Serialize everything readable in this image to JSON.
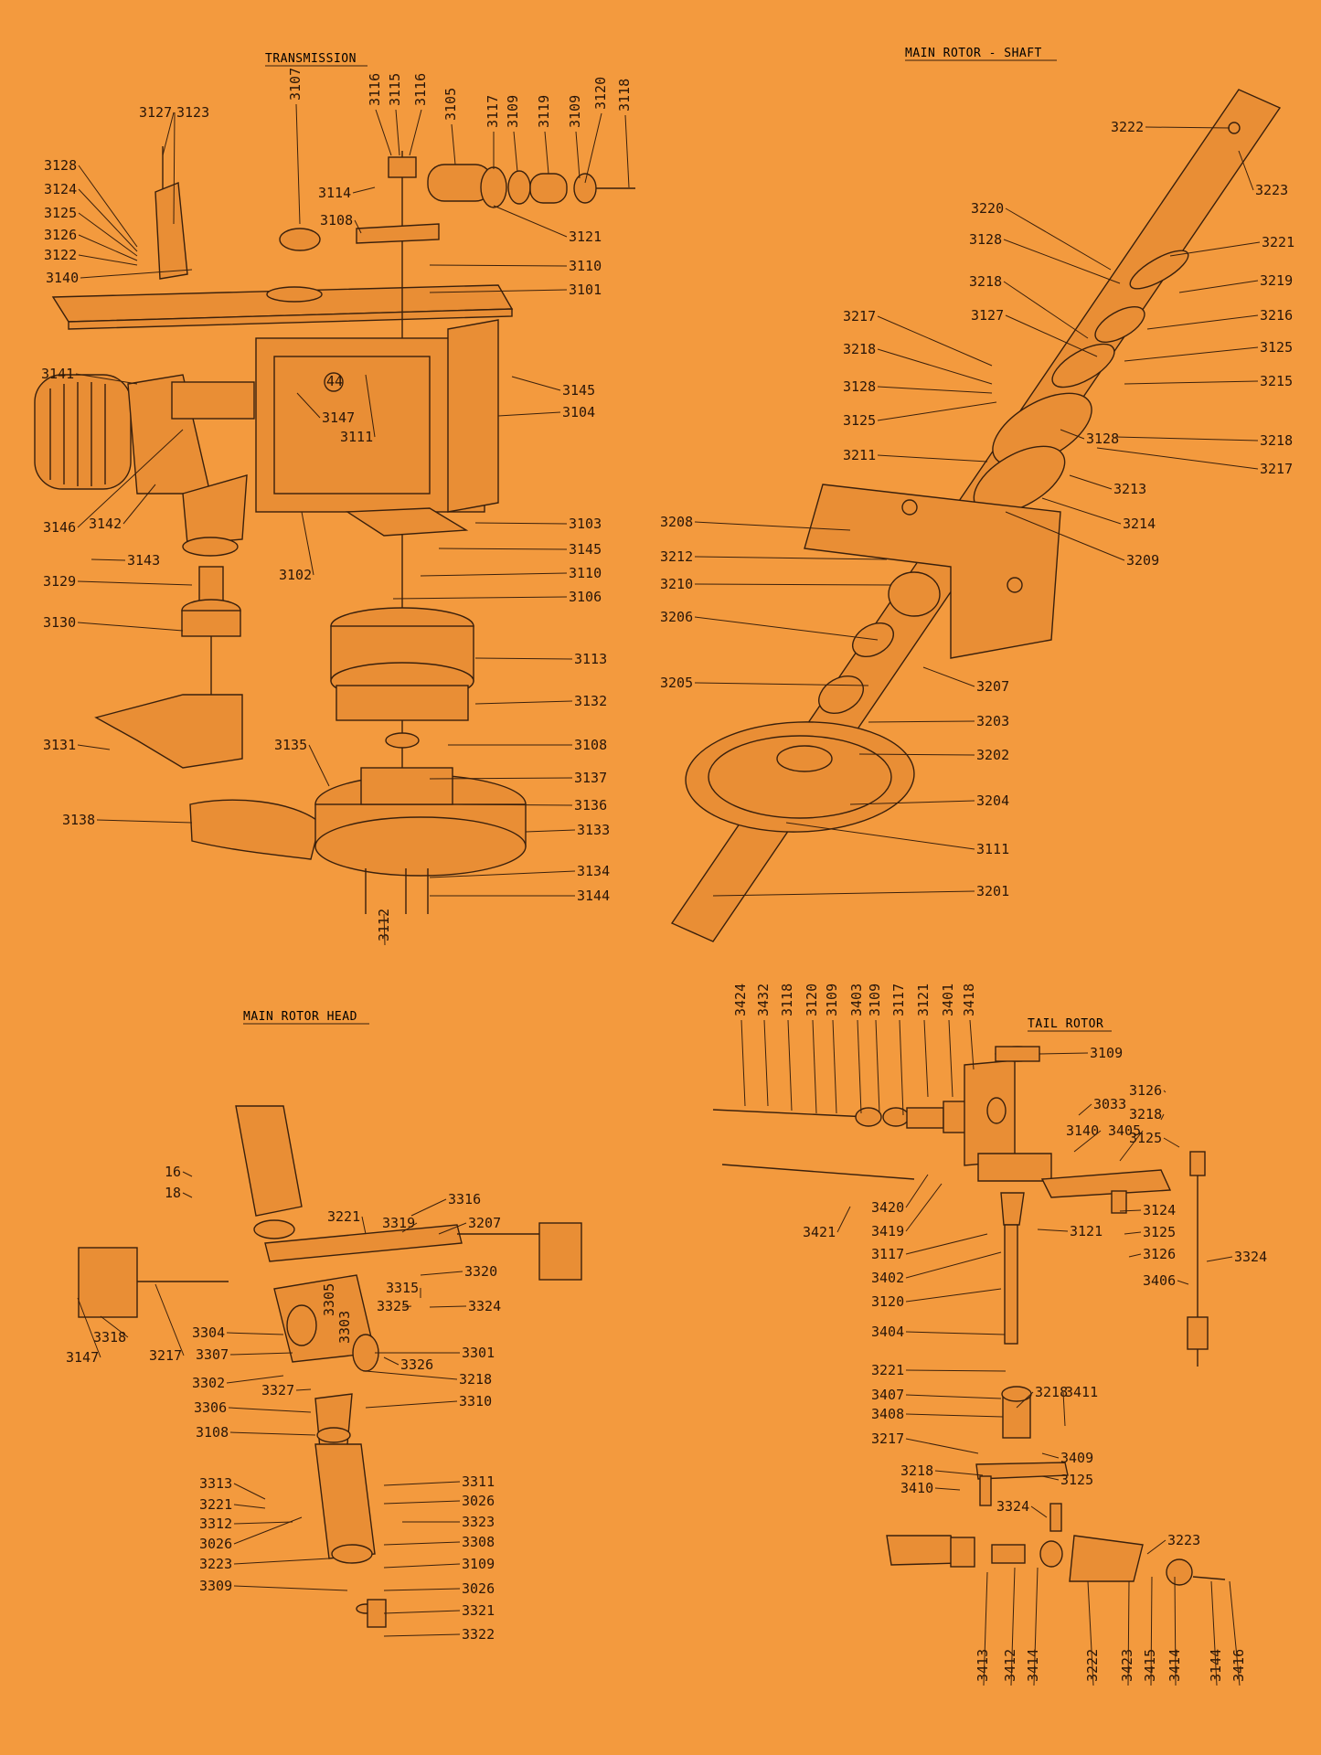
{
  "sections": {
    "transmission": {
      "title": "TRANSMISSION",
      "labels": [
        "3127",
        "3123",
        "3107",
        "3116",
        "3115",
        "3116",
        "3105",
        "3117",
        "3109",
        "3119",
        "3109",
        "3120",
        "3118",
        "3128",
        "3124",
        "3125",
        "3126",
        "3122",
        "3140",
        "3114",
        "3108",
        "3121",
        "3110",
        "3101",
        "3141",
        "3145",
        "3104",
        "3147",
        "3111",
        "44",
        "3146",
        "3142",
        "3143",
        "3129",
        "3103",
        "3145",
        "3110",
        "3106",
        "3102",
        "3130",
        "3113",
        "3132",
        "3131",
        "3135",
        "3108",
        "3137",
        "3136",
        "3138",
        "3133",
        "3134",
        "3144",
        "3112"
      ]
    },
    "main_rotor_shaft": {
      "title": "MAIN ROTOR - SHAFT",
      "labels": [
        "3222",
        "3223",
        "3220",
        "3221",
        "3128",
        "3219",
        "3218",
        "3216",
        "3217",
        "3127",
        "3125",
        "3218",
        "3215",
        "3128",
        "3128",
        "3125",
        "3218",
        "3217",
        "3211",
        "3213",
        "3214",
        "3208",
        "3209",
        "3212",
        "3210",
        "3206",
        "3207",
        "3205",
        "3203",
        "3202",
        "3204",
        "3111",
        "3201"
      ]
    },
    "main_rotor_head": {
      "title": "MAIN ROTOR HEAD",
      "labels": [
        "16",
        "18",
        "3316",
        "3221",
        "3319",
        "3207",
        "3320",
        "3315",
        "3324",
        "3325",
        "3318",
        "3147",
        "3217",
        "3304",
        "3307",
        "3301",
        "3305",
        "3303",
        "3326",
        "3302",
        "3218",
        "3327",
        "3310",
        "3306",
        "3108",
        "3311",
        "3313",
        "3026",
        "3221",
        "3312",
        "3323",
        "3026",
        "3308",
        "3223",
        "3109",
        "3309",
        "3026",
        "3321",
        "3322"
      ]
    },
    "tail_rotor": {
      "title": "TAIL ROTOR",
      "labels": [
        "3424",
        "3432",
        "3118",
        "3120",
        "3109",
        "3403",
        "3109",
        "3117",
        "3121",
        "3401",
        "3418",
        "3109",
        "3126",
        "3033",
        "3218",
        "3140",
        "3405",
        "3125",
        "3421",
        "3420",
        "3124",
        "3419",
        "3121",
        "3125",
        "3117",
        "3126",
        "3324",
        "3402",
        "3406",
        "3120",
        "3404",
        "3221",
        "3407",
        "3218",
        "3411",
        "3408",
        "3217",
        "3409",
        "3218",
        "3410",
        "3125",
        "3324",
        "3223",
        "3413",
        "3412",
        "3414",
        "3222",
        "3423",
        "3415",
        "3414",
        "3144",
        "3416"
      ]
    }
  }
}
